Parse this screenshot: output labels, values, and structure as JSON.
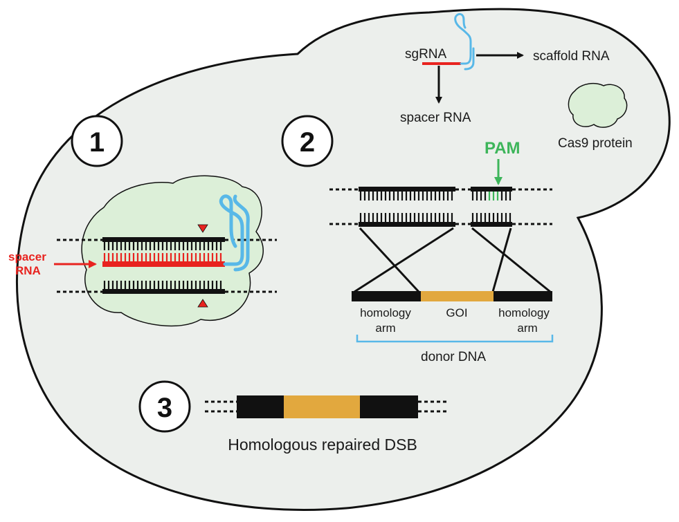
{
  "colors": {
    "cell_fill": "#ecefec",
    "cell_stroke": "#111111",
    "cas9_fill": "#dcefd8",
    "red": "#e8231f",
    "blue": "#58b8e8",
    "green": "#3db55a",
    "gold": "#e2a83e",
    "black": "#111111"
  },
  "top": {
    "sgrna_label": "sgRNA",
    "scaffold_label": "scaffold RNA",
    "spacer_label": "spacer RNA",
    "cas9_label": "Cas9 protein"
  },
  "step1": {
    "number": "1",
    "spacer_line1": "spacer",
    "spacer_line2": "RNA"
  },
  "step2": {
    "number": "2",
    "pam_label": "PAM",
    "homology_left_line1": "homology",
    "homology_left_line2": "arm",
    "goi_label": "GOI",
    "homology_right_line1": "homology",
    "homology_right_line2": "arm",
    "donor_label": "donor DNA"
  },
  "step3": {
    "number": "3",
    "caption": "Homologous repaired DSB"
  }
}
